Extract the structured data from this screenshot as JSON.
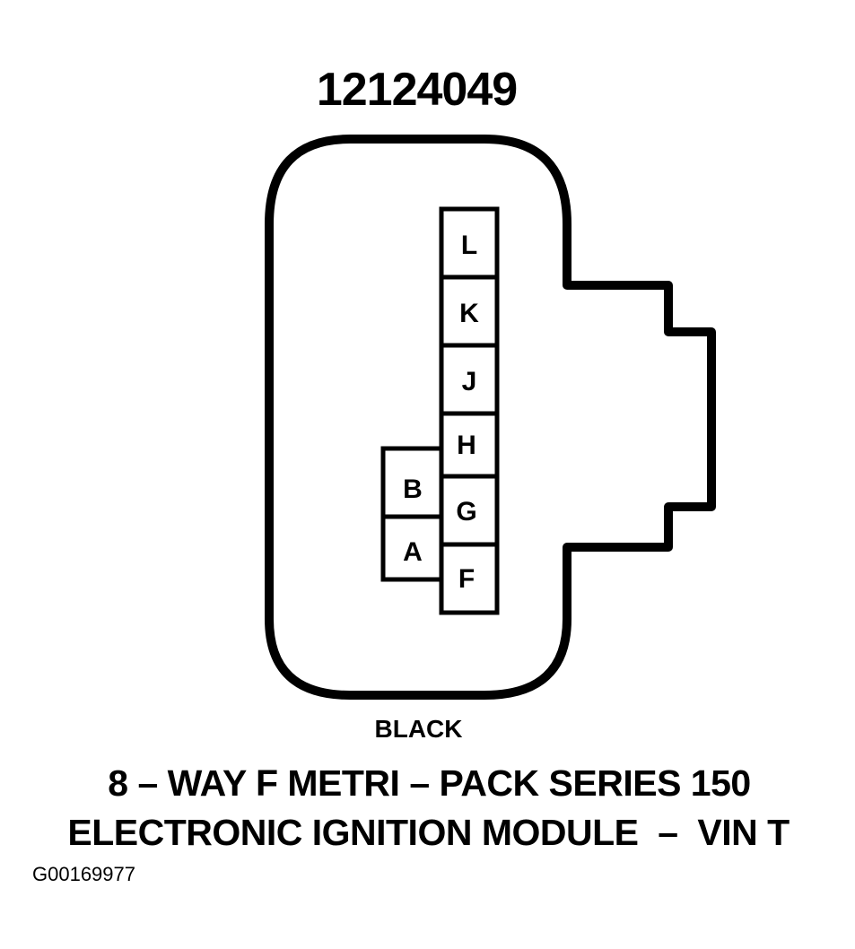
{
  "part_number": "12124049",
  "color": "BLACK",
  "title_line_1": "8 – WAY F METRI – PACK SERIES 150",
  "title_line_2": "ELECTRONIC IGNITION MODULE  –  VIN T",
  "figure_id": "G00169977",
  "cavities": {
    "L": "L",
    "K": "K",
    "J": "J",
    "H": "H",
    "G": "G",
    "F": "F",
    "B": "B",
    "A": "A"
  }
}
